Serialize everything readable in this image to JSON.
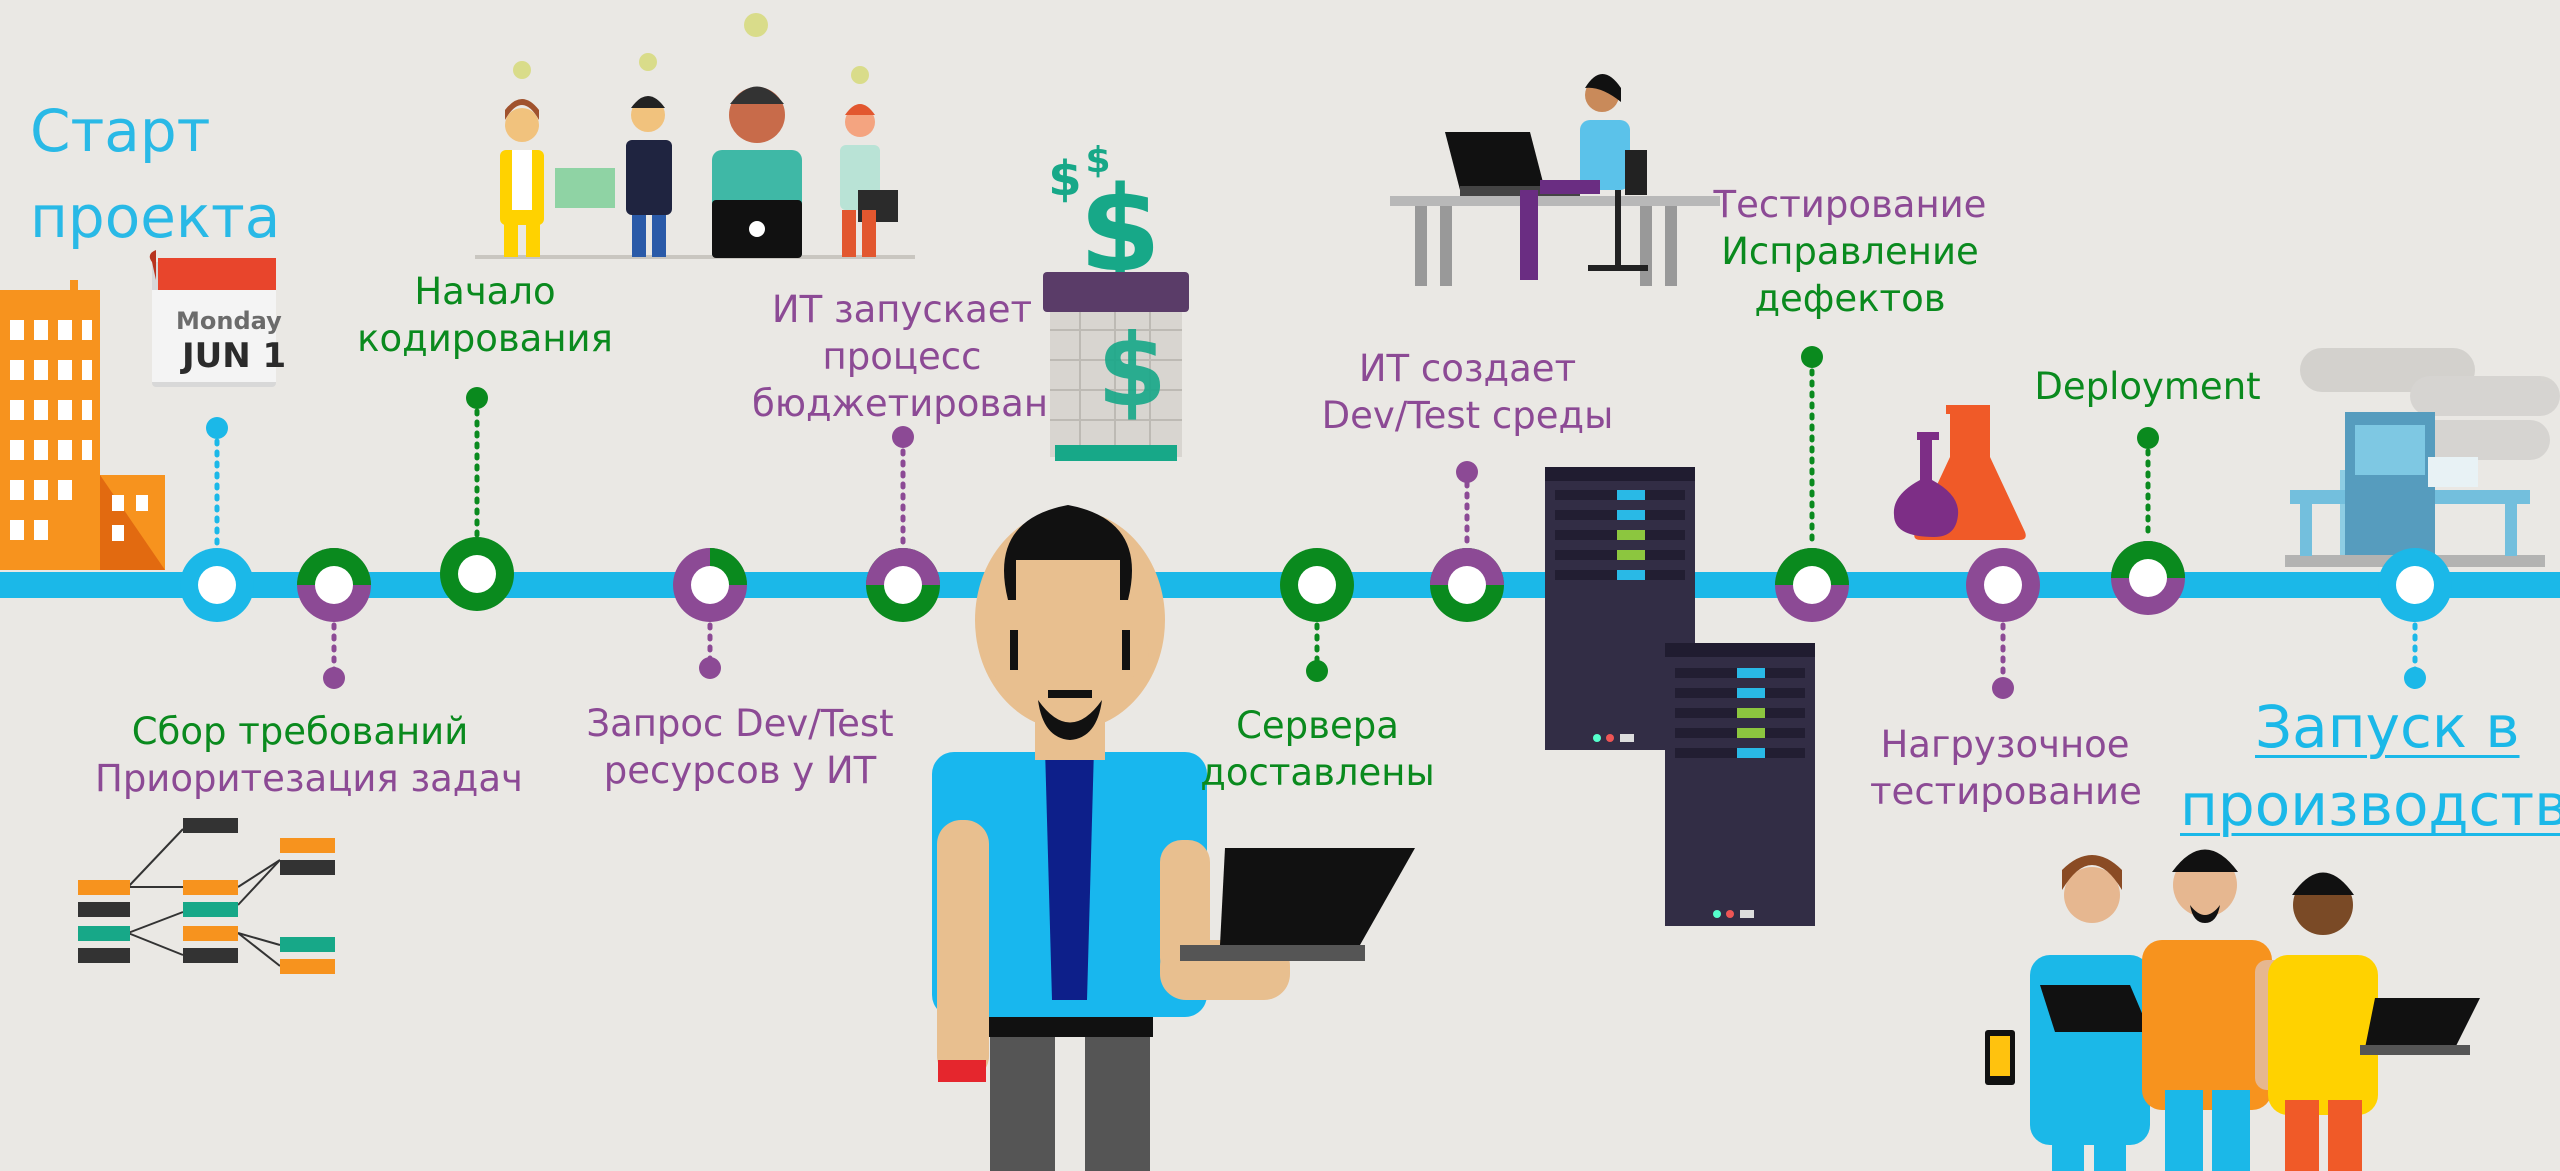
{
  "colors": {
    "timeline": "#1bb8e8",
    "green": "#0a8a1e",
    "purple": "#8c4a95",
    "background": "#eae8e4"
  },
  "labels": {
    "start": [
      "Старт",
      "проекта"
    ],
    "requirements": [
      "Сбор требований",
      "Приоритезация задач"
    ],
    "coding": [
      "Начало",
      "кодирования"
    ],
    "request": [
      "Запрос Dev/Test",
      "ресурсов у ИТ"
    ],
    "budget": [
      "ИТ запускает",
      "процесс",
      "бюджетировани"
    ],
    "servers": [
      "Сервера",
      "доставлены"
    ],
    "environments": [
      "ИТ создает",
      "Dev/Test среды"
    ],
    "testing": [
      "Тестирование",
      "Исправление",
      "дефектов"
    ],
    "load_testing": [
      "Нагрузочное",
      "тестирование"
    ],
    "deployment": [
      "Deployment"
    ],
    "launch": [
      "Запуск в",
      "производство"
    ]
  },
  "calendar": {
    "day": "Monday",
    "date": "JUN 1"
  },
  "icons": [
    "office-building-icon",
    "calendar-icon",
    "team-ideas-icon",
    "budget-dollar-icon",
    "developer-at-desk-icon",
    "server-rack-icon",
    "lab-flasks-icon",
    "factory-machine-icon",
    "task-tree-icon",
    "developer-with-laptop-icon",
    "users-group-icon"
  ]
}
